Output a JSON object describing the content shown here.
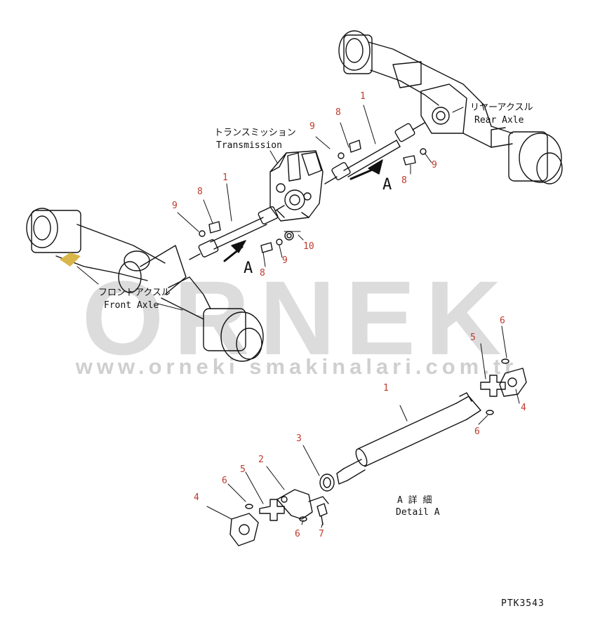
{
  "watermark": {
    "brand": "ORNEK",
    "url": "www.orneki smakinalari.com.tr"
  },
  "labels": {
    "transmission_jp": "トランスミッション",
    "transmission_en": "Transmission",
    "rear_axle_jp": "リヤーアクスル",
    "rear_axle_en": "Rear Axle",
    "front_axle_jp": "フロントアクスル",
    "front_axle_en": "Front Axle",
    "detail_jp": "A 詳 細",
    "detail_en": "Detail A",
    "arrow_A": "A",
    "code": "PTK3543"
  },
  "callouts": {
    "top_1": "1",
    "top_8": "8",
    "top_9": "9",
    "top_r9": "9",
    "top_r8": "8",
    "mid_1": "1",
    "mid_8": "8",
    "mid_9": "9",
    "low_8": "8",
    "low_9": "9",
    "low_10": "10",
    "d_1": "1",
    "d_2": "2",
    "d_3": "3",
    "d_4a": "4",
    "d_4b": "4",
    "d_5a": "5",
    "d_5b": "5",
    "d_6a": "6",
    "d_6b": "6",
    "d_6c": "6",
    "d_6d": "6",
    "d_7": "7"
  },
  "colors": {
    "callout": "#c0392b",
    "line": "#111111",
    "watermark": "#dcdcdc"
  }
}
